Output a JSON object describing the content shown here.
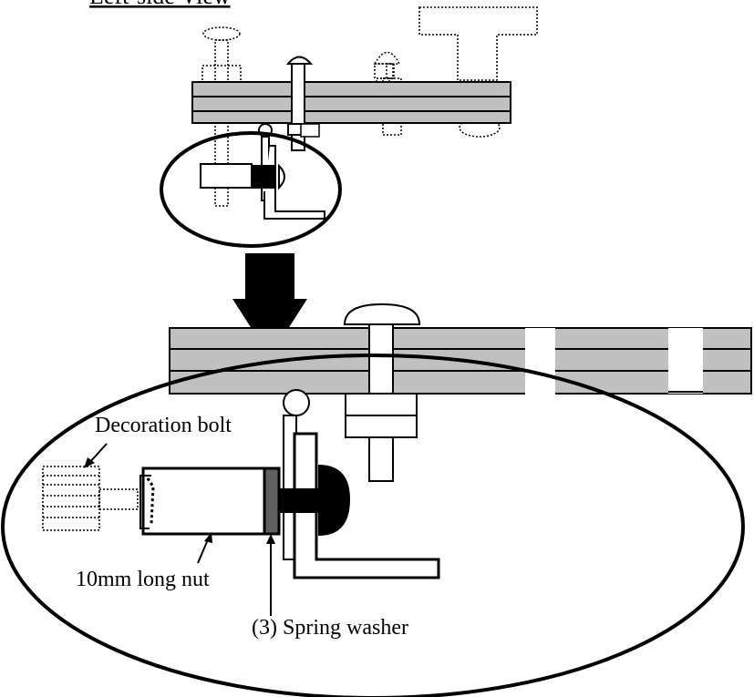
{
  "diagram": {
    "title": "Left-side View",
    "labels": {
      "decoration_bolt": "Decoration bolt",
      "long_nut": "10mm long nut",
      "spring_washer": "(3) Spring washer"
    },
    "colors": {
      "plate_fill": "#c0c0c0",
      "washer_fill": "#606060",
      "line": "#000000"
    },
    "icons": {
      "transition_arrow": "down-arrow-icon"
    }
  }
}
